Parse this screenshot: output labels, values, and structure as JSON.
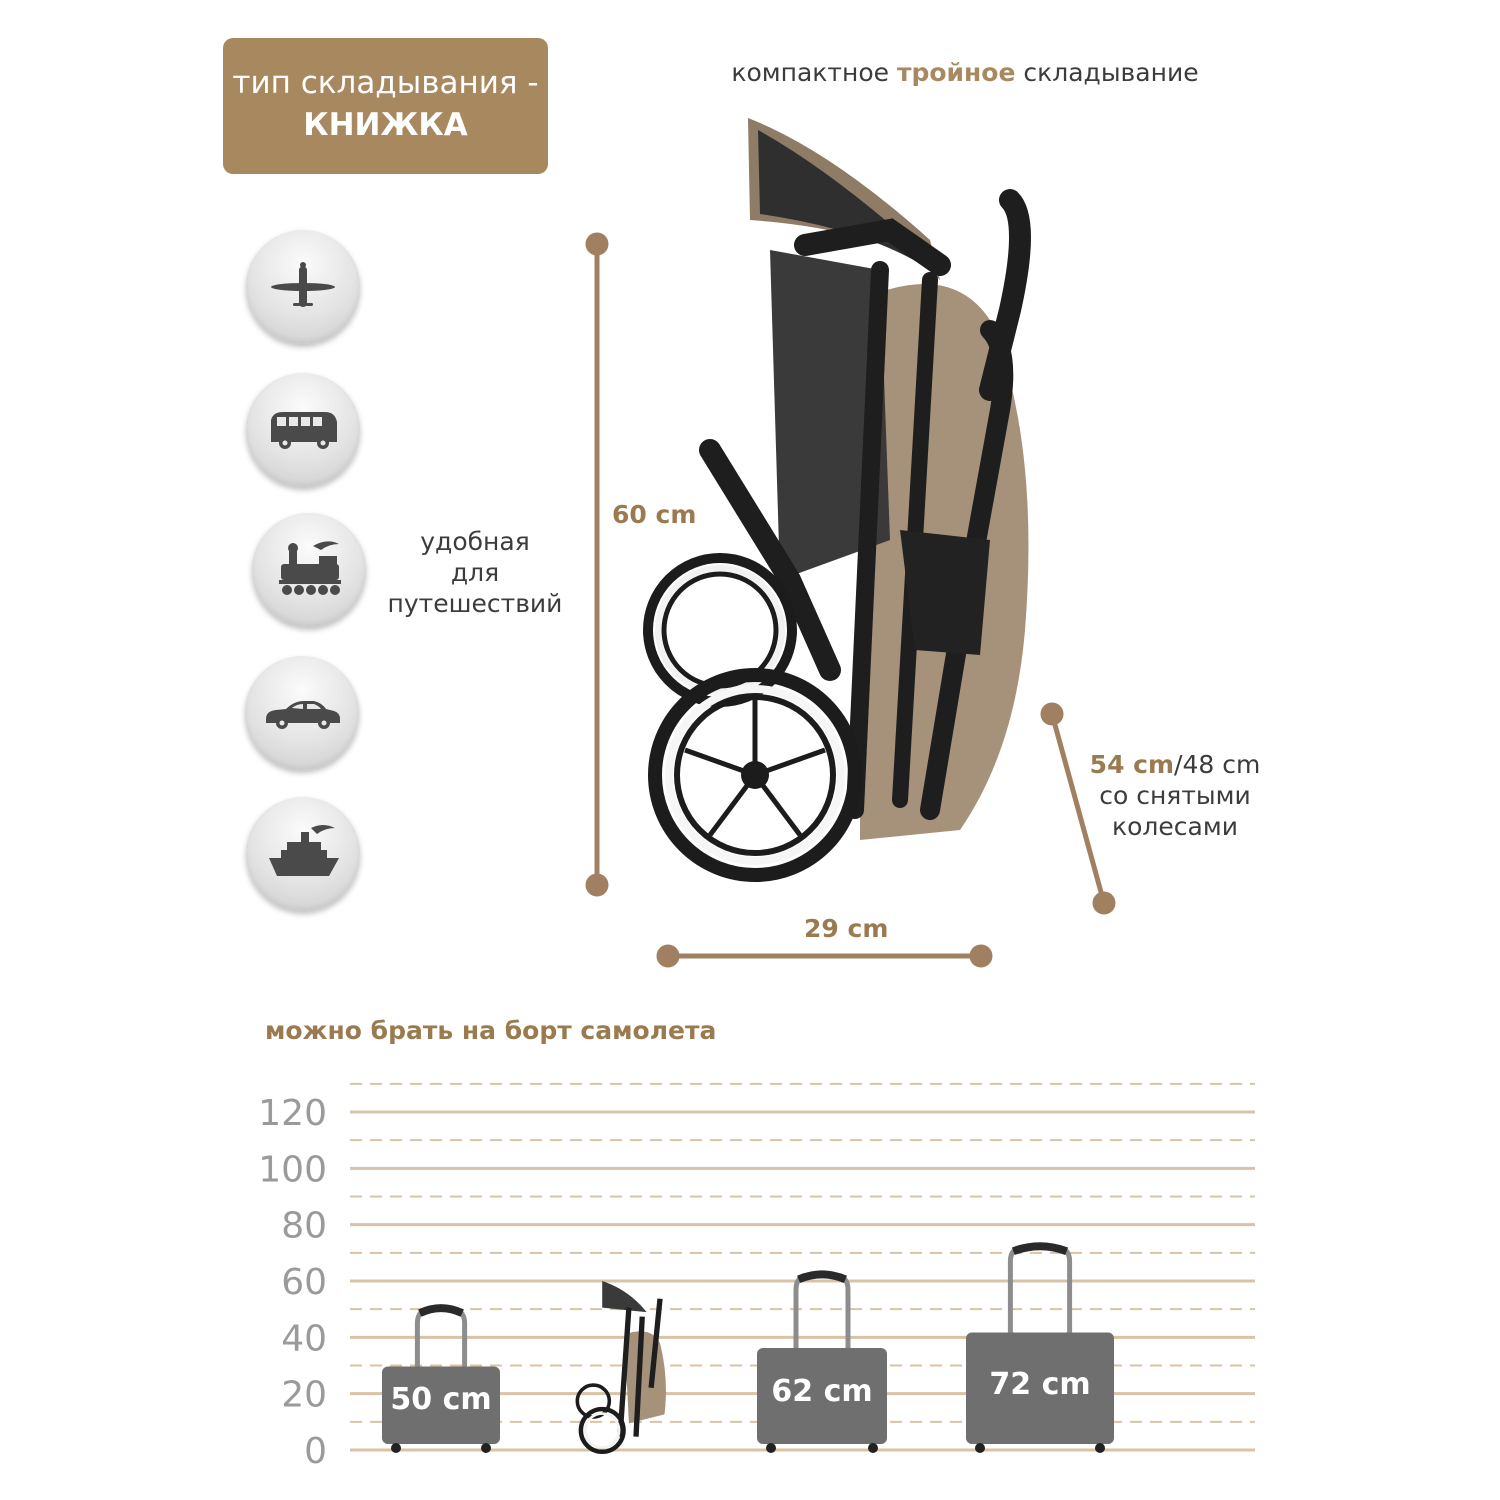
{
  "badge": {
    "line1": "тип складывания -",
    "line2": "КНИЖКА"
  },
  "headline": {
    "part1": "компактное ",
    "accent": "тройное",
    "part2": " складывание"
  },
  "transport": {
    "label_lines": [
      "удобная",
      "для",
      "путешествий"
    ],
    "icons": [
      "airplane-icon",
      "bus-icon",
      "train-icon",
      "car-icon",
      "ship-icon"
    ]
  },
  "dimensions": {
    "height": "60 cm",
    "width": "29 cm",
    "depth_main": "54 cm",
    "depth_alt": "/48 cm",
    "depth_note_lines": [
      "со снятыми",
      "колесами"
    ]
  },
  "comparison": {
    "title": "можно брать на борт самолета"
  },
  "colors": {
    "accent": "#a8895f",
    "text": "#3c3c3c",
    "case": "#6f6f6f",
    "fabric": "#a6917a"
  },
  "chart_data": {
    "type": "bar",
    "yticks": [
      "120",
      "100",
      "80",
      "60",
      "40",
      "20",
      "0"
    ],
    "ylim": [
      0,
      120
    ],
    "items": [
      {
        "label": "50 cm",
        "value": 50
      },
      {
        "label": "",
        "value": 60
      },
      {
        "label": "62 cm",
        "value": 62
      },
      {
        "label": "72 cm",
        "value": 72
      }
    ]
  }
}
